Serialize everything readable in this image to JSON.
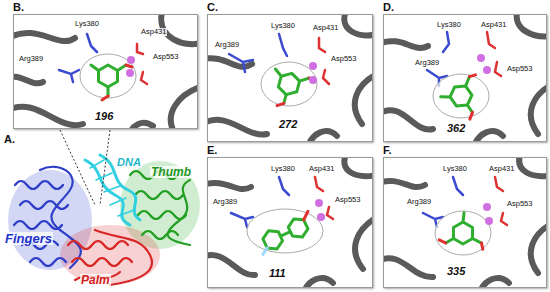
{
  "diagram": {
    "nodes": [
      {
        "text": [
          "B.",
          "Lys380",
          "Arg389",
          "Asp431",
          "Asp553",
          "196"
        ]
      },
      {
        "text": [
          "C.",
          "Lys380",
          "Arg389",
          "Asp431",
          "Asp553",
          "272"
        ]
      },
      {
        "text": [
          "D.",
          "Lys380",
          "Arg389",
          "Asp431",
          "Asp553",
          "362"
        ]
      },
      {
        "text": [
          "E.",
          "Lys380",
          "Arg389",
          "Asp431",
          "Asp553",
          "111"
        ]
      },
      {
        "text": [
          "F.",
          "Lys380",
          "Arg389",
          "Asp431",
          "Asp553",
          "335"
        ]
      }
    ],
    "labels": [
      "A.",
      "Fingers",
      "DNA",
      "Thumb",
      "Palm"
    ]
  }
}
